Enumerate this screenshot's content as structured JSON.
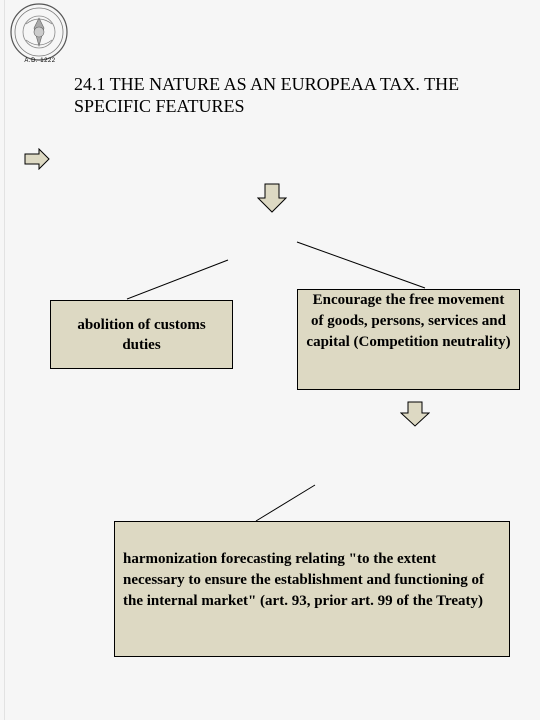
{
  "logo": {
    "caption": "A.D. 1222"
  },
  "slide": {
    "title_line1": "24.1 THE NATURE AS AN EUROPEAA TAX. THE",
    "title_line2": "SPECIFIC FEATURES"
  },
  "boxes": {
    "customs": "abolition of customs duties",
    "movement": "Encourage the free movement of goods, persons, services and capital (Competition neutrality)",
    "harmonization": "harmonization forecasting relating \"to the extent necessary to ensure the establishment and functioning of the internal market\" (art. 93, prior art. 99 of the Treaty)"
  },
  "colors": {
    "box_fill": "#ddd9c3",
    "arrow_fill": "#ddd9c3"
  }
}
